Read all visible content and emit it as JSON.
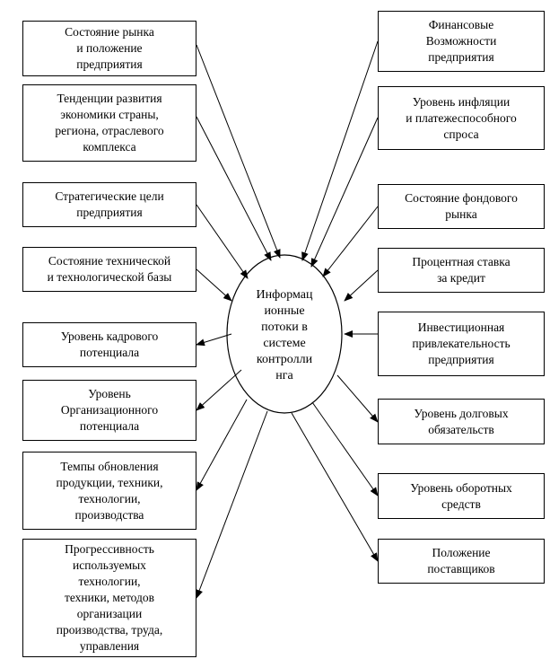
{
  "center": {
    "label": "Информац\nионные\nпотоки в\nсистеме\nконтролли\nнга"
  },
  "left_boxes": [
    "Состояние рынка\nи положение\nпредприятия",
    "Тенденции развития\nэкономики страны,\nрегиона, отраслевого\nкомплекса",
    "Стратегические цели\nпредприятия",
    "Состояние технической\nи технологической базы",
    "Уровень кадрового\nпотенциала",
    "Уровень\nОрганизационного\nпотенциала",
    "Темпы обновления\nпродукции, техники,\nтехнологии,\nпроизводства",
    "Прогрессивность\nиспользуемых\nтехнологии,\nтехники, методов\nорганизации\nпроизводства, труда,\nуправления"
  ],
  "right_boxes": [
    "Финансовые\nВозможности\nпредприятия",
    "Уровень инфляции\nи платежеспособного\nспроса",
    "Состояние фондового\nрынка",
    "Процентная ставка\nза кредит",
    "Инвестиционная\nпривлекательность\nпредприятия",
    "Уровень долговых\nобязательств",
    "Уровень оборотных\nсредств",
    "Положение\nпоставщиков"
  ],
  "colors": {
    "stroke": "#000000",
    "background": "#ffffff"
  }
}
